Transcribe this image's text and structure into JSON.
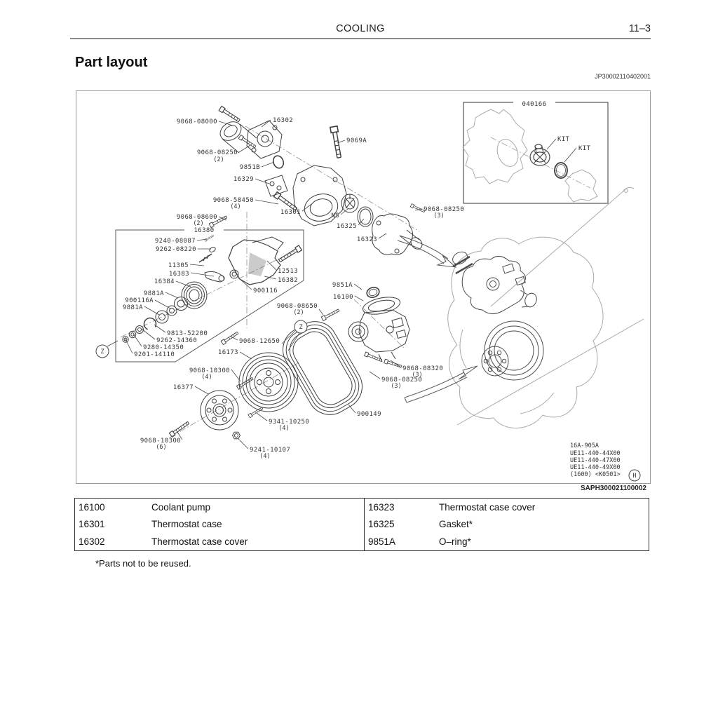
{
  "page": {
    "header_title": "COOLING",
    "page_number": "11–3",
    "section_title": "Part layout",
    "figure_code": "JP30002110402001",
    "image_code": "SAPH300021100002",
    "footnote": "*Parts not to be reused."
  },
  "diagram": {
    "inset_box_label": "040166",
    "kit_label_1": "KIT",
    "kit_label_2": "KIT",
    "ref_circle_left": "Z",
    "ref_circle_belt": "Z",
    "ref_circle_h": "H",
    "model_block": {
      "line1": "16A-905A",
      "line2": "UE11-440-44X00",
      "line3": "UE11-440-47X00",
      "line4": "UE11-440-49X00",
      "line5": "(1600) <K0501>"
    },
    "labels": {
      "p9068_08000": "9068-08000",
      "p16302": "16302",
      "p9069A": "9069A",
      "p9068_08250_a": "9068-08250",
      "q9068_08250_a": "(2)",
      "p9851B": "9851B",
      "p16329": "16329",
      "p9068_58450": "9068-58450",
      "q9068_58450": "(4)",
      "p16301": "16301",
      "pNS": "NS",
      "p16325": "16325",
      "p16323": "16323",
      "p9068_08250_b": "9068-08250",
      "q9068_08250_b": "(3)",
      "p9068_08600": "9068-08600",
      "q9068_08600": "(2)",
      "p16380": "16380",
      "p9240_08087": "9240-08087",
      "p9262_08220": "9262-08220",
      "p11305": "11305",
      "p16383": "16383",
      "p16384": "16384",
      "p9881A_a": "9881A",
      "p900116A": "900116A",
      "p9881A_b": "9881A",
      "p9813_52200": "9813-52200",
      "p9262_14360": "9262-14360",
      "p9280_14350": "9280-14350",
      "p9201_14110": "9201-14110",
      "p12513": "12513",
      "p16382": "16382",
      "p900116": "900116",
      "p9068_12650": "9068-12650",
      "p16173": "16173",
      "p9068_08650": "9068-08650",
      "q9068_08650": "(2)",
      "p9851A": "9851A",
      "p16100": "16100",
      "p9068_08320": "9068-08320",
      "q9068_08320": "(3)",
      "p9068_08250_c": "9068-08250",
      "q9068_08250_c": "(3)",
      "p900149": "900149",
      "p9068_10300_a": "9068-10300",
      "q9068_10300_a": "(4)",
      "p16377": "16377",
      "p9341_10250": "9341-10250",
      "q9341_10250": "(4)",
      "p9068_10300_b": "9068-10300",
      "q9068_10300_b": "(6)",
      "p9241_10107": "9241-10107",
      "q9241_10107": "(4)"
    }
  },
  "parts_table": {
    "rows": [
      {
        "no": "16100",
        "name": "Coolant pump"
      },
      {
        "no": "16301",
        "name": "Thermostat case"
      },
      {
        "no": "16302",
        "name": "Thermostat case cover"
      },
      {
        "no": "16323",
        "name": "Thermostat case cover"
      },
      {
        "no": "16325",
        "name": "Gasket*"
      },
      {
        "no": "9851A",
        "name": "O–ring*"
      }
    ]
  }
}
